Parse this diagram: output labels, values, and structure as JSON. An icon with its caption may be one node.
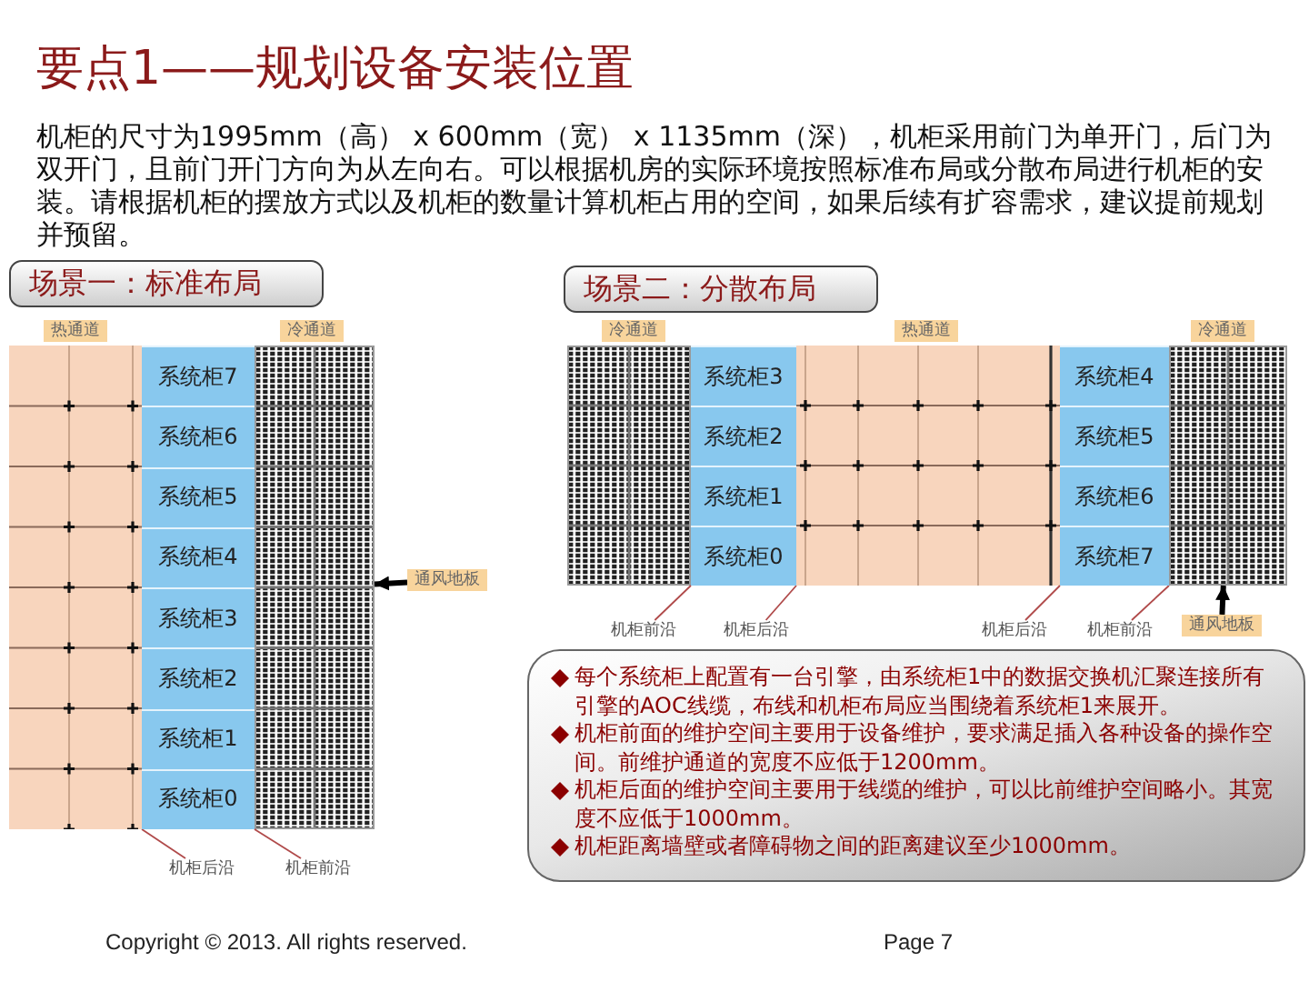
{
  "diagram": {
    "title": "要点1——规划设备安装位置",
    "nodes": [
      {
        "text": [
          "场景一：标准布局"
        ]
      },
      {
        "text": [
          "热通道"
        ]
      },
      {
        "text": [
          "冷通道"
        ]
      },
      {
        "text": [],
        "shape": "box"
      },
      {
        "text": [
          "系统柜7"
        ]
      },
      {
        "text": [
          "系统柜6"
        ]
      },
      {
        "text": [
          "系统柜5"
        ]
      },
      {
        "text": [
          "系统柜4"
        ]
      },
      {
        "text": [
          "系统柜3"
        ]
      },
      {
        "text": [
          "系统柜2"
        ]
      },
      {
        "text": [
          "系统柜1"
        ]
      },
      {
        "text": [
          "系统柜0"
        ]
      },
      {
        "text": [],
        "shape": "box"
      },
      {
        "text": [
          "通风地板"
        ]
      },
      {
        "text": [
          "机柜后沿"
        ]
      },
      {
        "text": [
          "机柜前沿"
        ]
      },
      {
        "text": [
          "场景二：分散布局"
        ]
      },
      {
        "text": [
          "冷通道"
        ]
      },
      {
        "text": [
          "热通道"
        ]
      },
      {
        "text": [
          "冷通道"
        ]
      },
      {
        "text": [],
        "shape": "box"
      },
      {
        "text": [
          "系统柜3"
        ]
      },
      {
        "text": [
          "系统柜2"
        ]
      },
      {
        "text": [
          "系统柜1"
        ]
      },
      {
        "text": [
          "系统柜0"
        ]
      },
      {
        "text": [],
        "shape": "box"
      },
      {
        "text": [
          "系统柜4"
        ]
      },
      {
        "text": [
          "系统柜5"
        ]
      },
      {
        "text": [
          "系统柜6"
        ]
      },
      {
        "text": [
          "系统柜7"
        ]
      },
      {
        "text": [],
        "shape": "box"
      },
      {
        "text": [
          "机柜前沿"
        ]
      },
      {
        "text": [
          "机柜后沿"
        ]
      },
      {
        "text": [
          "机柜后沿"
        ]
      },
      {
        "text": [
          "机柜前沿"
        ]
      },
      {
        "text": [
          "通风地板"
        ]
      },
      {
        "text": [
          "每个系统柜上配置有一台引擎，由系统柜1中的数据交换机汇聚连接所有引擎的AOC线缆，布线和机柜布局应当围绕着系统柜1来展开。",
          "机柜前面的维护空间主要用于设备维护，要求满足插入各种设备的操作空间。前维护通道的宽度不应低于1200mm。",
          "机柜后面的维护空间主要用于线缆的维护，可以比前维护空间略小。其宽度不应低于1000mm。",
          "机柜距离墙壁或者障碍物之间的距离建议至少1000mm。"
        ]
      }
    ],
    "edges": [
      {
        "from": 13,
        "to": 12,
        "arrow": "to",
        "style": "thick",
        "color": "#000000"
      },
      {
        "from": 14,
        "to": 11,
        "arrow": "none"
      },
      {
        "from": 15,
        "to": 11,
        "arrow": "none"
      },
      {
        "from": 31,
        "to": 24,
        "arrow": "none"
      },
      {
        "from": 32,
        "to": 24,
        "arrow": "none"
      },
      {
        "from": 33,
        "to": 29,
        "arrow": "none"
      },
      {
        "from": 34,
        "to": 29,
        "arrow": "none"
      },
      {
        "from": 35,
        "to": 30,
        "arrow": "to",
        "style": "thick",
        "color": "#000000"
      }
    ],
    "labels": [
      "机柜的尺寸为1995mm（高） x 600mm（宽） x 1135mm（深），机柜采用前门为单开门，后门为双开门，且前门开门方向为从左向右。可以根据机房的实际环境按照标准布局或分散布局进行机柜的安装。请根据机柜的摆放方式以及机柜的数量计算机柜占用的空间，如果后续有扩容需求，建议提前规划并预留。",
      "Copyright © 2013. All rights reserved.",
      "Page 7"
    ]
  }
}
